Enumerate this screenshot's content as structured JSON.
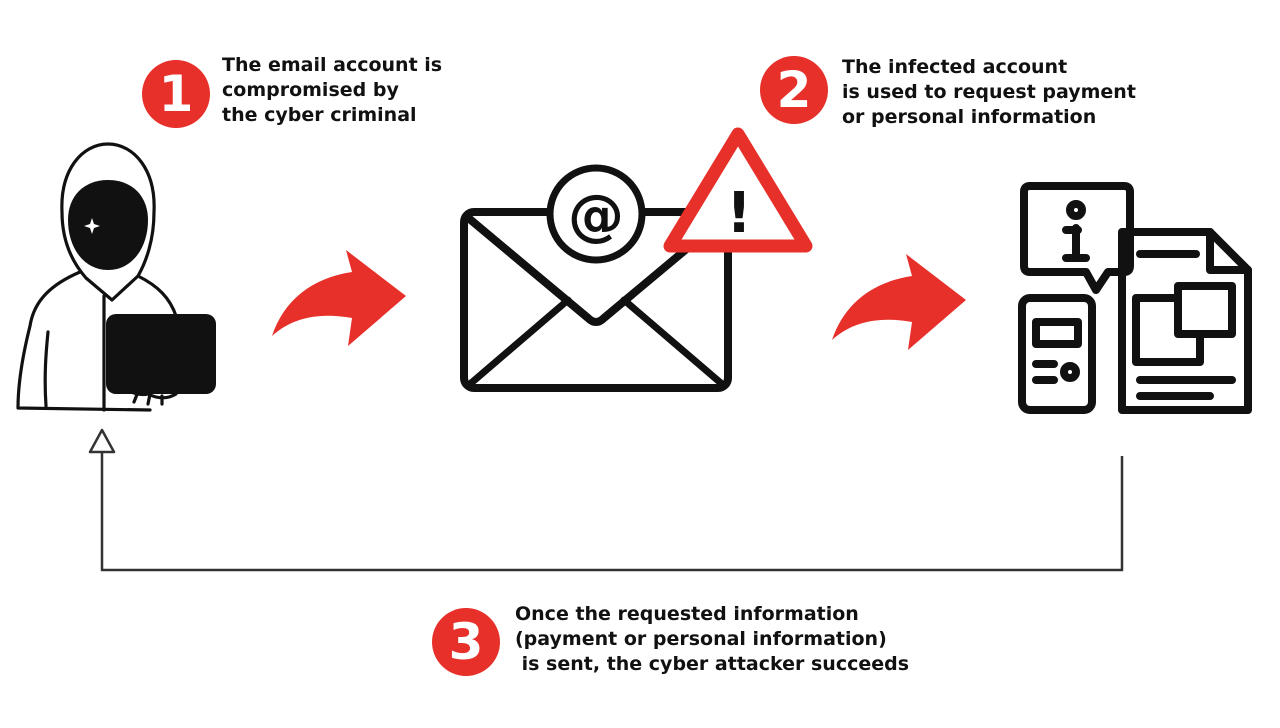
{
  "colors": {
    "accent": "#e8302a",
    "ink": "#111111",
    "line": "#333333",
    "background": "#ffffff"
  },
  "icons": {
    "attacker": "hooded-hacker-with-laptop-icon",
    "email": "envelope-at-icon",
    "warning": "warning-triangle-icon",
    "info": "info-speech-bubble-icon",
    "phone": "mobile-phone-icon",
    "document": "document-with-images-icon",
    "arrow_1": "curved-arrow-right-icon",
    "arrow_2": "curved-arrow-right-icon",
    "return": "return-flow-arrow-icon"
  },
  "steps": [
    {
      "number": "1",
      "lines": [
        "The email account is",
        "compromised by",
        "the cyber criminal"
      ]
    },
    {
      "number": "2",
      "lines": [
        "The infected account",
        "is used to request payment",
        "or personal information"
      ]
    },
    {
      "number": "3",
      "lines": [
        "Once the requested information",
        "(payment or personal information)",
        " is sent, the cyber attacker succeeds"
      ]
    }
  ],
  "email_symbol": "@",
  "warning_symbol": "!"
}
